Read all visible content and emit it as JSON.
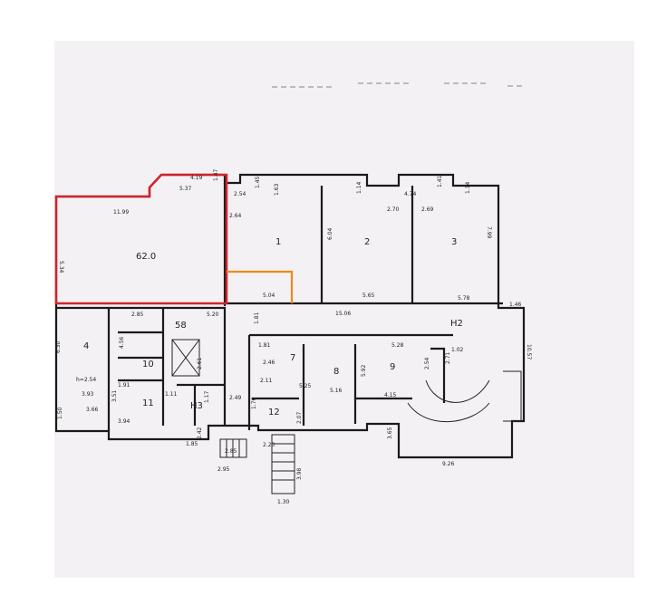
{
  "highlights": {
    "red": "#d0242a",
    "orange": "#ee8a16"
  },
  "plan": {
    "labels": {
      "d_419": "4.19",
      "d_537": "5.37",
      "d_1199": "11.99",
      "d_534": "5.34",
      "d_147a": "1.47",
      "d_254": "2.54",
      "d_145": "1.45",
      "d_163": "1.63",
      "d_264": "2.64",
      "d_114a": "1.14",
      "d_270": "2.70",
      "d_474": "4.74",
      "d_141": "1.41",
      "d_269": "2.69",
      "d_114b": "1.14",
      "d_604": "6.04",
      "d_799": "7.99",
      "d_504": "5.04",
      "d_565": "5.65",
      "d_578": "5.78",
      "d_1506": "15.06",
      "d_146": "1.46",
      "d_1057": "10.57",
      "d_285": "2.85",
      "d_520": "5.20",
      "d_630": "6.30",
      "d_456": "4.56",
      "d_181": "1.81",
      "d_528": "5.28",
      "d_102": "1.02",
      "d_271": "2.71",
      "d_254b": "2.54",
      "d_181b": "1.81",
      "d_191": "1.91",
      "d_111": "1.11",
      "d_246": "2.46",
      "d_211": "2.11",
      "d_525": "5.25",
      "d_516": "5.16",
      "d_592": "5.92",
      "d_415": "4.15",
      "d_393": "3.93",
      "d_351": "3.51",
      "d_366": "3.66",
      "d_150": "1.50",
      "d_394": "3.94",
      "d_242": "2.42",
      "d_185": "1.85",
      "d_223": "2.23",
      "d_285b": "2.85",
      "d_295": "2.95",
      "d_398": "3.98",
      "d_130": "1.30",
      "d_926": "9.26",
      "d_365": "3.65",
      "d_261": "2.61",
      "d_117": "1.17",
      "d_249": "2.49",
      "d_176": "1.76",
      "d_207": "2.07"
    },
    "rooms": {
      "r_big": "62.0",
      "r_58": "58",
      "r_h2": "H2",
      "r_h3": "H3",
      "r_a": "4",
      "r_b": "1",
      "r_c": "2",
      "r_d": "3",
      "r_e": "7",
      "r_f": "8",
      "r_g": "9",
      "r_h": "10",
      "r_i": "11",
      "r_j": "12"
    },
    "notes": {
      "n_h": "h=2.54"
    }
  }
}
